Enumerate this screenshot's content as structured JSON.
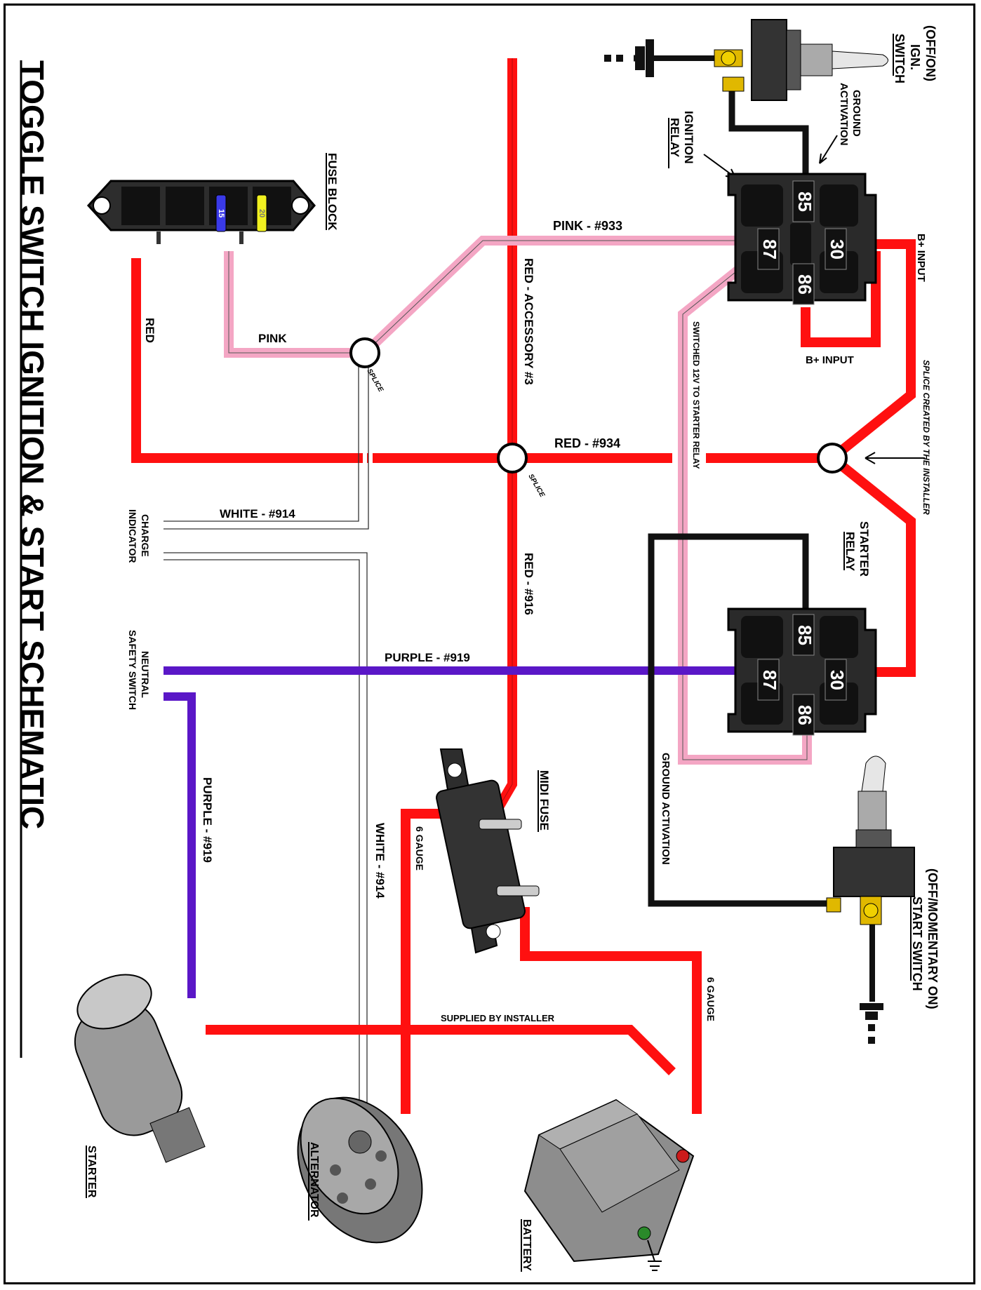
{
  "title": "TOGGLE SWITCH IGNITION & START SCHEMATIC",
  "components": {
    "ign_switch": [
      "(OFF/ON)",
      "IGN.",
      "SWITCH"
    ],
    "ground_activation_top": [
      "GROUND",
      "ACTIVATION"
    ],
    "ignition_relay": [
      "IGNITION",
      "RELAY"
    ],
    "fuse_block": "FUSE BLOCK",
    "starter_relay": [
      "STARTER",
      "RELAY"
    ],
    "midi_fuse": "MIDI FUSE",
    "start_switch": [
      "(OFF/MOMENTARY ON)",
      "START SWITCH"
    ],
    "charge_indicator": [
      "CHARGE",
      "INDICATOR"
    ],
    "neutral_safety": [
      "NEUTRAL",
      "SAFETY SWITCH"
    ],
    "starter": "STARTER",
    "alternator": "ALTERNATOR",
    "battery": "BATTERY"
  },
  "relay_pins": {
    "p85": "85",
    "p87": "87",
    "p30": "30",
    "p86": "86"
  },
  "fuses": {
    "f15": "15",
    "f20": "20"
  },
  "wires": {
    "pink_933": "PINK - #933",
    "pink": "PINK",
    "red_acc3": "RED - ACCESSORY #3",
    "red_934": "RED - #934",
    "red_916": "RED - #916",
    "red": "RED",
    "white_914_a": "WHITE - #914",
    "white_914_b": "WHITE - #914",
    "purple_919_a": "PURPLE - #919",
    "purple_919_b": "PURPLE - #919",
    "switched_12v": "SWITCHED 12V TO STARTER RELAY",
    "ground_activation_long": "GROUND ACTIVATION",
    "b_input_1": "B+ INPUT",
    "b_input_2": "B+ INPUT",
    "splice_installer": "SPLICE CREATED BY THE INSTALLER",
    "six_gauge_1": "6 GAUGE",
    "six_gauge_2": "6 GAUGE",
    "supplied_installer": "SUPPLIED BY INSTALLER",
    "splice_1": "SPLICE",
    "splice_2": "SPLICE"
  },
  "colors": {
    "red": "#ff1010",
    "pink": "#f4a6c4",
    "purple": "#5a17c7",
    "black": "#111111",
    "relay": "#262626",
    "fuse_blue": "#3a3ae8",
    "fuse_yellow": "#f0f020"
  }
}
